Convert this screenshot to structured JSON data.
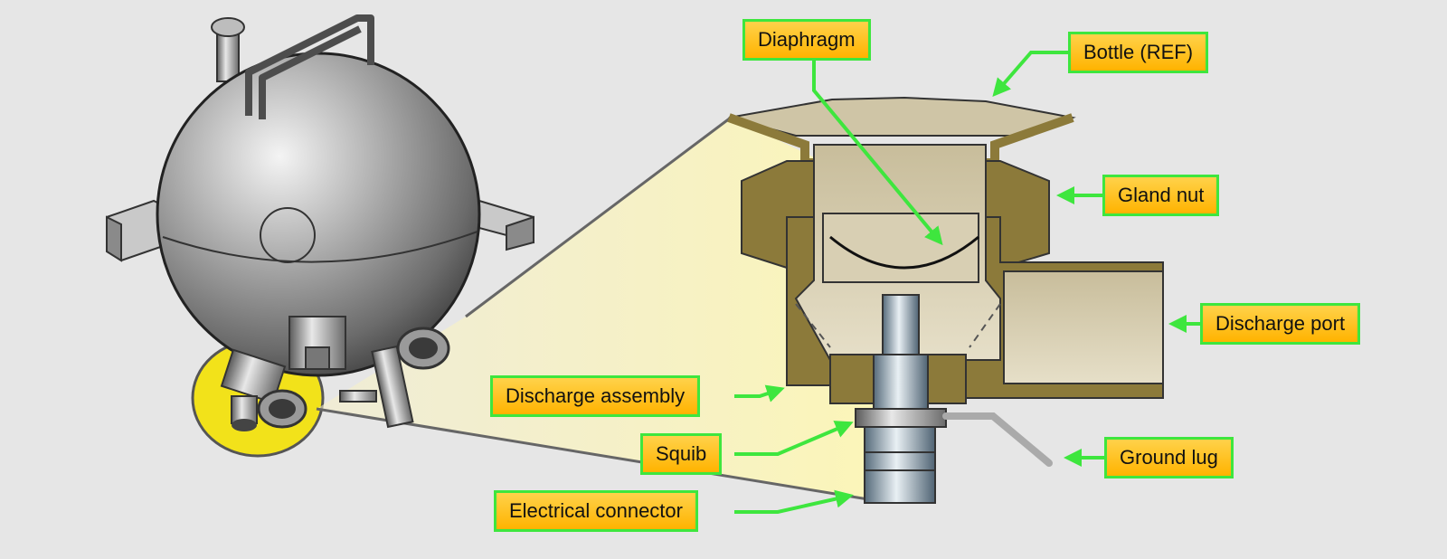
{
  "colors": {
    "background": "#e6e6e6",
    "label_fill": "#ffb300",
    "label_border": "#3ee63e",
    "leader_line": "#3ee63e",
    "highlight_disc": "#f2e21a",
    "body_bronze": "#8c7a3a",
    "interior_tan": "#d8cfb3"
  },
  "icons": [
    "fire-extinguisher-bottle-icon",
    "squib-icon",
    "diaphragm-icon"
  ],
  "labels": {
    "diaphragm": "Diaphragm",
    "bottle": "Bottle (REF)",
    "gland_nut": "Gland nut",
    "discharge_port": "Discharge port",
    "discharge_assembly": "Discharge assembly",
    "squib": "Squib",
    "ground_lug": "Ground lug",
    "electrical_connector": "Electrical connector"
  }
}
